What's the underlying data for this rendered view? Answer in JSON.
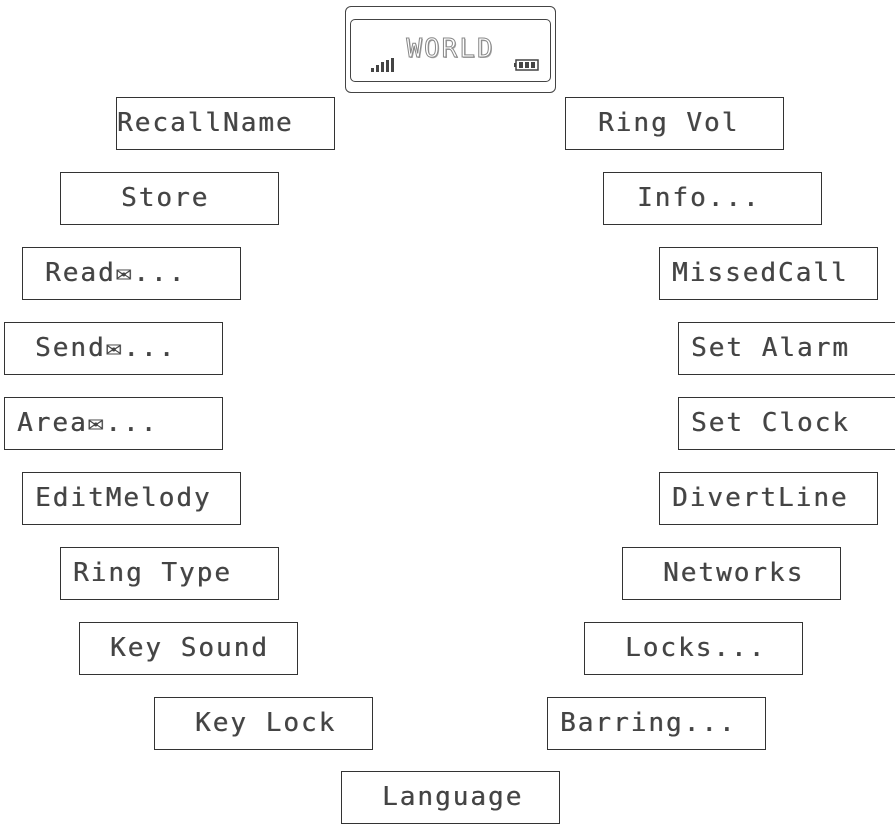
{
  "screen": {
    "title": "WORLD",
    "signal_icon": "signal-strength-icon",
    "battery_icon": "battery-icon"
  },
  "menu_items": [
    "RecallName",
    "Store",
    "Read✉...",
    "Send✉...",
    "Area✉...",
    "EditMelody",
    "Ring Type",
    "Key Sound",
    "Key Lock",
    "Language",
    "Barring...",
    "Locks...",
    "Networks",
    "DivertLine",
    "Set Clock",
    "Set Alarm",
    "MissedCall",
    "Info...",
    "Ring Vol"
  ]
}
